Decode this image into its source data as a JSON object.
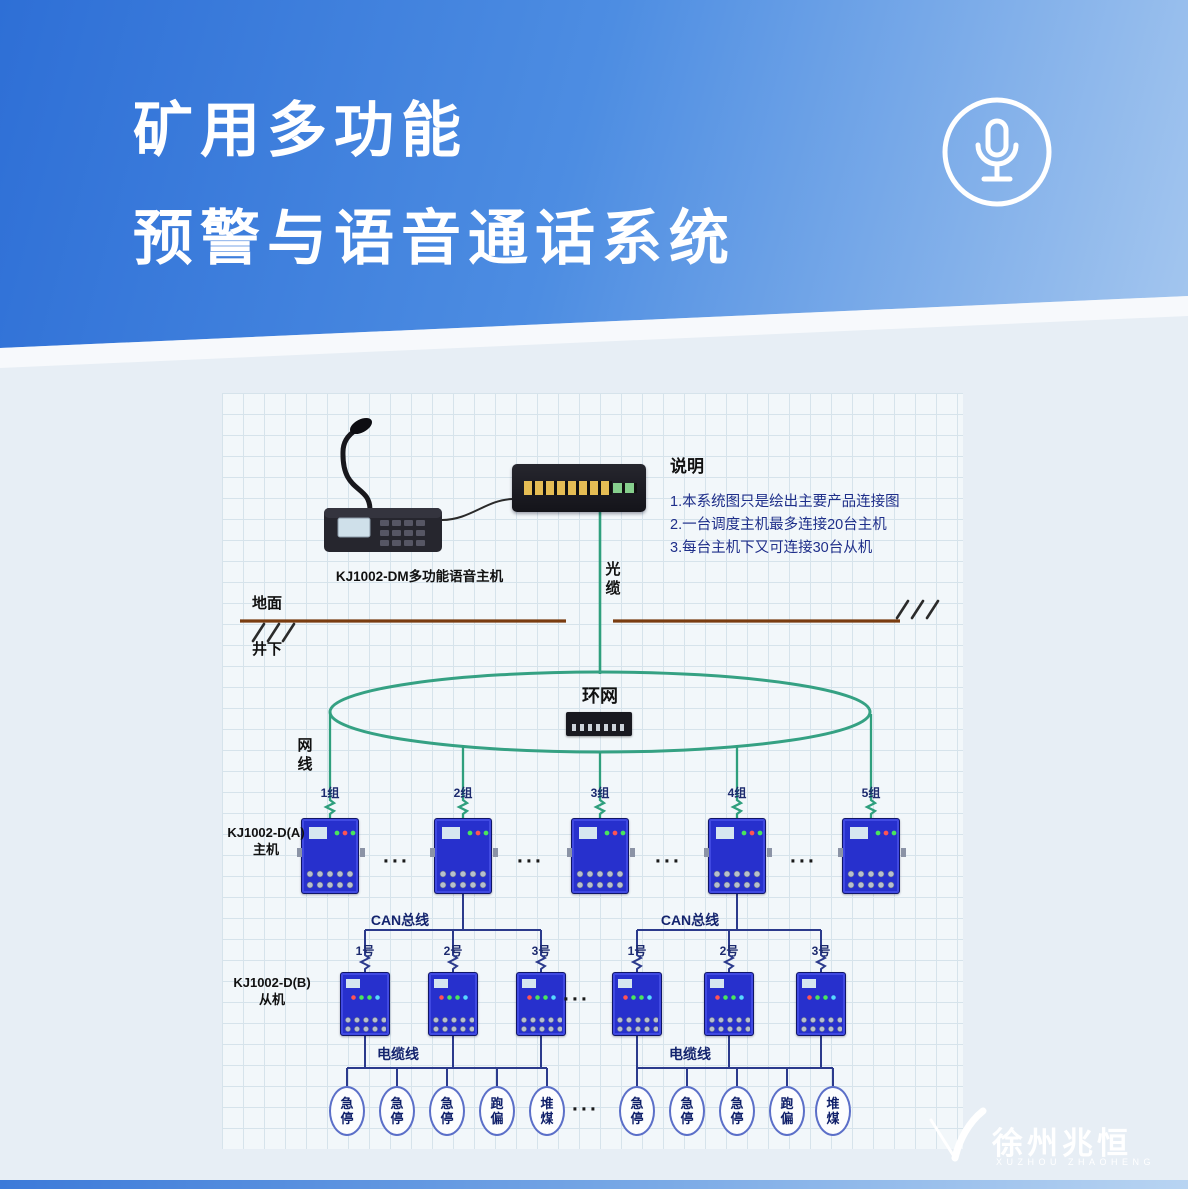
{
  "header": {
    "title_line1": "矿用多功能",
    "title_line2": "预警与语音通话系统"
  },
  "diagram": {
    "console_label": "KJ1002-DM多功能语音主机",
    "notes": {
      "title": "说明",
      "line1": "1.本系统图只是绘出主要产品连接图",
      "line2": "2.一台调度主机最多连接20台主机",
      "line3": "3.每台主机下又可连接30台从机"
    },
    "optical_cable_label": "光缆",
    "surface_label": "地面",
    "underground_label": "井下",
    "ring_label": "环网",
    "lan_cable_label": "网线",
    "master_label_line1": "KJ1002-D(A)",
    "master_label_line2": "主机",
    "groups": [
      "1组",
      "2组",
      "3组",
      "4组",
      "5组"
    ],
    "can_bus_label": "CAN总线",
    "slave_label_line1": "KJ1002-D(B)",
    "slave_label_line2": "从机",
    "slave_numbers": [
      "1号",
      "2号",
      "3号"
    ],
    "cable_label": "电缆线",
    "sensors": [
      "急停",
      "急停",
      "急停",
      "跑偏",
      "堆煤"
    ],
    "ellipsis": "···"
  },
  "footer": {
    "brand_cn": "徐州兆恒",
    "brand_en": "XUZHOU   ZHAOHENG"
  }
}
